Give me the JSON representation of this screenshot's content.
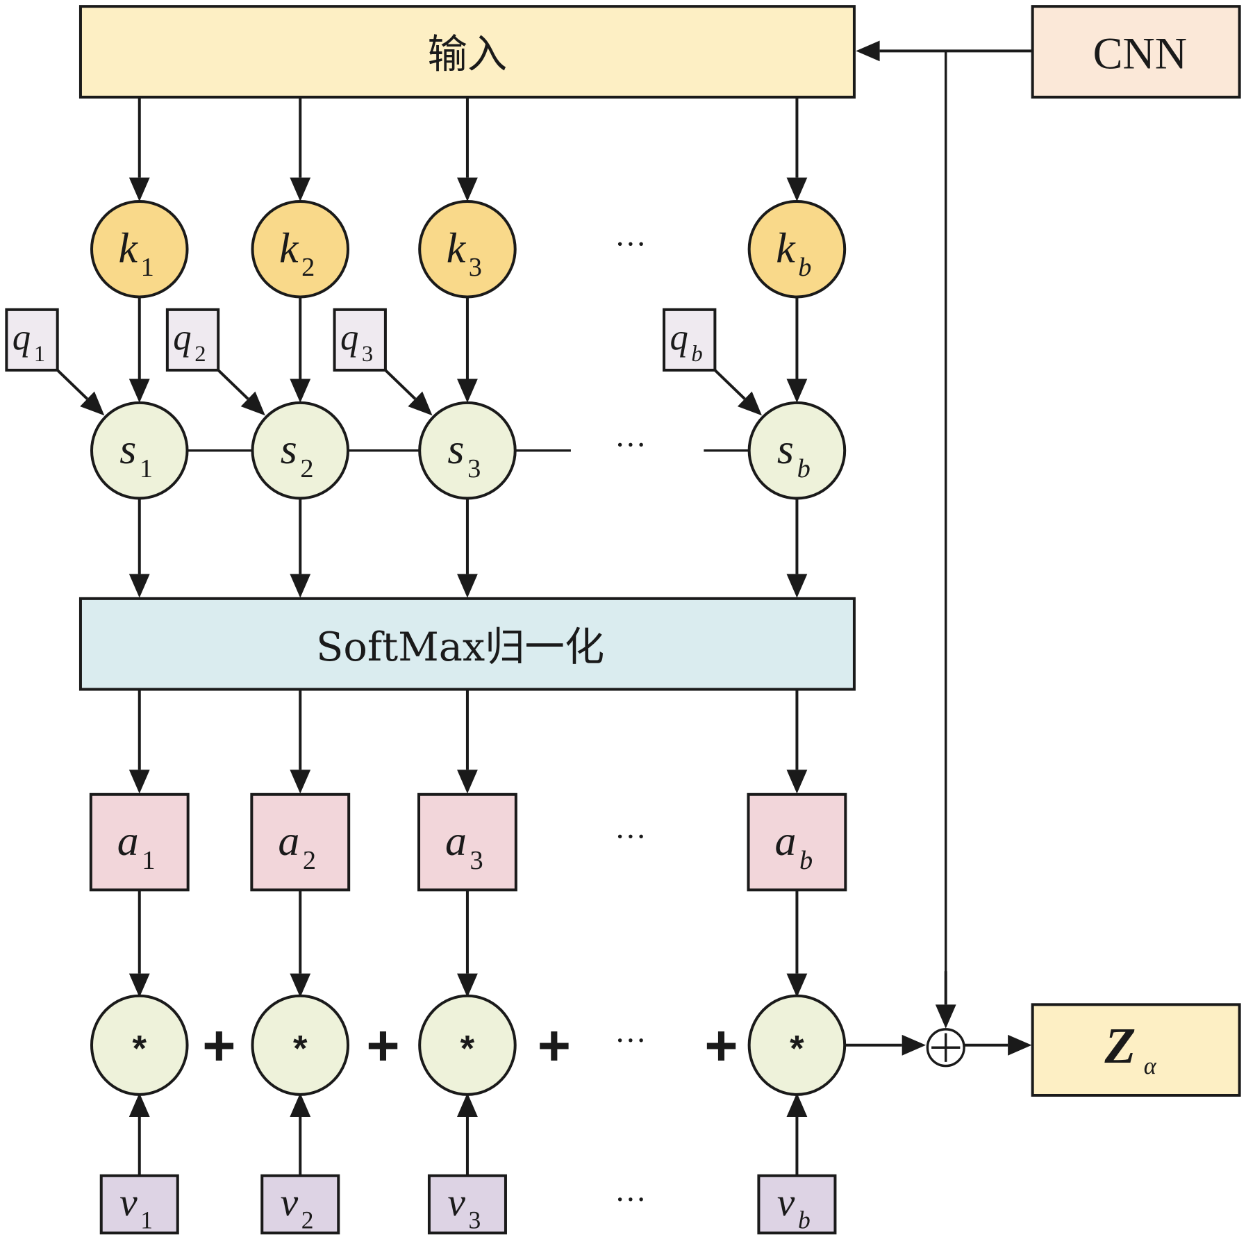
{
  "diagram": {
    "input_block": {
      "label": "输入",
      "color": "#fdefc4"
    },
    "cnn_block": {
      "label": "CNN",
      "color": "#fbe8d8"
    },
    "softmax_block": {
      "label": "SoftMax归一化",
      "color": "#daecef"
    },
    "output_block": {
      "label_main": "Z",
      "label_sub": "α",
      "color": "#fdefc4"
    },
    "sum_node": {
      "symbol": "⊕"
    },
    "ellipsis": "···",
    "plus": "+",
    "multiply": "*",
    "columns": [
      {
        "index": "1",
        "k": "k",
        "q": "q",
        "s": "s",
        "a": "a",
        "v": "v"
      },
      {
        "index": "2",
        "k": "k",
        "q": "q",
        "s": "s",
        "a": "a",
        "v": "v"
      },
      {
        "index": "3",
        "k": "k",
        "q": "q",
        "s": "s",
        "a": "a",
        "v": "v"
      },
      {
        "index": "b",
        "k": "k",
        "q": "q",
        "s": "s",
        "a": "a",
        "v": "v"
      }
    ],
    "colors": {
      "key_node": "#f9d98a",
      "query_box": "#efeaf0",
      "score_node": "#eef2da",
      "attention_box": "#f2d6da",
      "multiply_node": "#eef2da",
      "value_box": "#ddd3e4",
      "stroke": "#1a1a1a"
    }
  }
}
